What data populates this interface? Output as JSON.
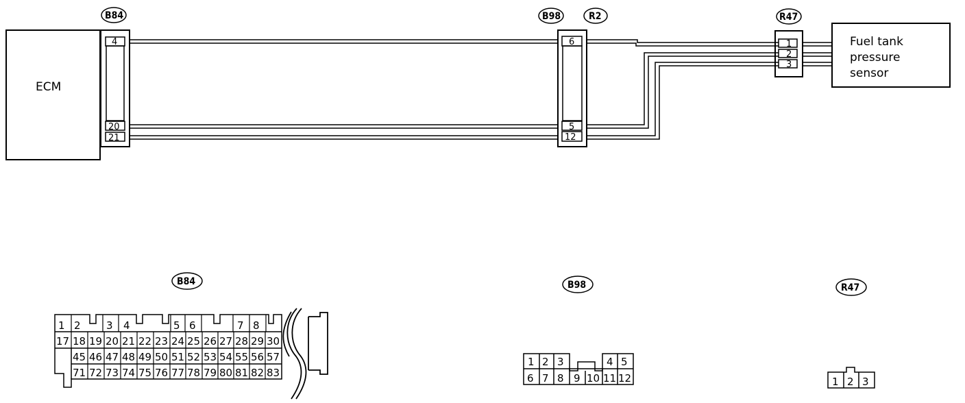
{
  "ecm_label": "ECM",
  "sensor_label_lines": [
    "Fuel tank",
    "pressure",
    "sensor"
  ],
  "connectors": {
    "b84": "B84",
    "b98": "B98",
    "r2": "R2",
    "r47": "R47"
  },
  "wiring": {
    "b84_pins": [
      "4",
      "20",
      "21"
    ],
    "b98_pins": [
      "6",
      "5",
      "12"
    ],
    "r47_pins": [
      "1",
      "2",
      "3"
    ]
  },
  "face_views": {
    "b84_title": "B84",
    "b84_row1": [
      "1",
      "2",
      "3",
      "4",
      "5",
      "6",
      "7",
      "8"
    ],
    "b84_row2": [
      "17",
      "18",
      "19",
      "20",
      "21",
      "22",
      "23",
      "24",
      "25",
      "26",
      "27",
      "28",
      "29",
      "30"
    ],
    "b84_row3": [
      "45",
      "46",
      "47",
      "48",
      "49",
      "50",
      "51",
      "52",
      "53",
      "54",
      "55",
      "56",
      "57"
    ],
    "b84_row4": [
      "71",
      "72",
      "73",
      "74",
      "75",
      "76",
      "77",
      "78",
      "79",
      "80",
      "81",
      "82",
      "83"
    ],
    "b98_title": "B98",
    "b98_row1": [
      "1",
      "2",
      "3",
      "4",
      "5"
    ],
    "b98_row2": [
      "6",
      "7",
      "8",
      "9",
      "10",
      "11",
      "12"
    ],
    "r47_title": "R47",
    "r47_row": [
      "1",
      "2",
      "3"
    ]
  }
}
